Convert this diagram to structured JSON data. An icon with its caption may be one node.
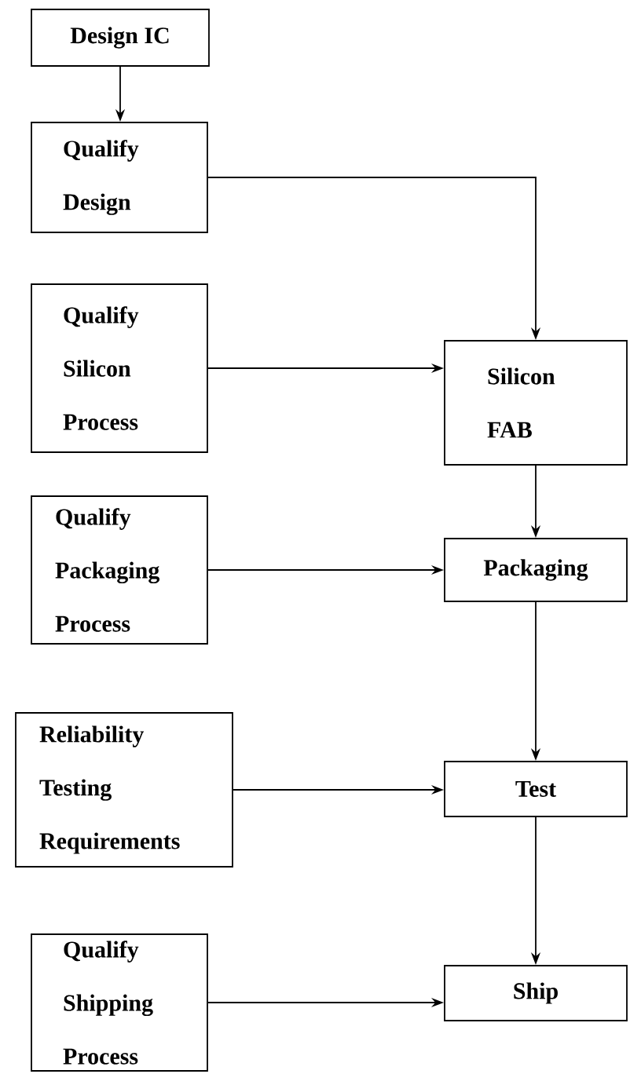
{
  "diagram": {
    "nodes": [
      {
        "text": [
          "Design IC"
        ]
      },
      {
        "text": [
          "Qualify Design"
        ]
      },
      {
        "text": [
          "Qualify Silicon Process"
        ]
      },
      {
        "text": [
          "Silicon FAB"
        ]
      },
      {
        "text": [
          "Qualify Packaging Process"
        ]
      },
      {
        "text": [
          "Packaging"
        ]
      },
      {
        "text": [
          "Reliability Testing Requirements"
        ]
      },
      {
        "text": [
          "Test"
        ]
      },
      {
        "text": [
          "Qualify Shipping Process"
        ]
      },
      {
        "text": [
          "Ship"
        ]
      }
    ],
    "edges": [
      {
        "from": 0,
        "to": 1,
        "arrow": "to"
      },
      {
        "from": 1,
        "to": 3,
        "arrow": "to"
      },
      {
        "from": 2,
        "to": 3,
        "arrow": "to"
      },
      {
        "from": 3,
        "to": 5,
        "arrow": "to"
      },
      {
        "from": 4,
        "to": 5,
        "arrow": "to"
      },
      {
        "from": 5,
        "to": 7,
        "arrow": "to"
      },
      {
        "from": 6,
        "to": 7,
        "arrow": "to"
      },
      {
        "from": 7,
        "to": 9,
        "arrow": "to"
      },
      {
        "from": 8,
        "to": 9,
        "arrow": "to"
      }
    ]
  }
}
